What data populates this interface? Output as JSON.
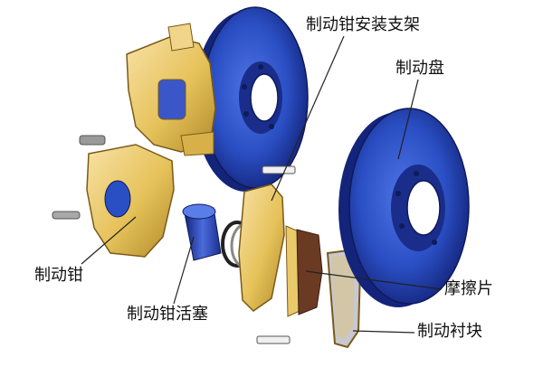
{
  "labels": {
    "caliper_mounting_bracket": "制动钳安装支架",
    "brake_disc": "制动盘",
    "brake_caliper": "制动钳",
    "caliper_piston": "制动钳活塞",
    "friction_pad": "摩擦片",
    "brake_lining_block": "制动衬块"
  },
  "colors": {
    "disc_blue": "#2a4fc4",
    "disc_dark": "#14247a",
    "caliper_yellow": "#e6c25a",
    "caliper_light": "#f6dea0",
    "caliper_dark": "#b08a2a",
    "pad_brown": "#6b3a22",
    "pad_gray": "#c8c8d2",
    "leader_line": "#222222"
  }
}
